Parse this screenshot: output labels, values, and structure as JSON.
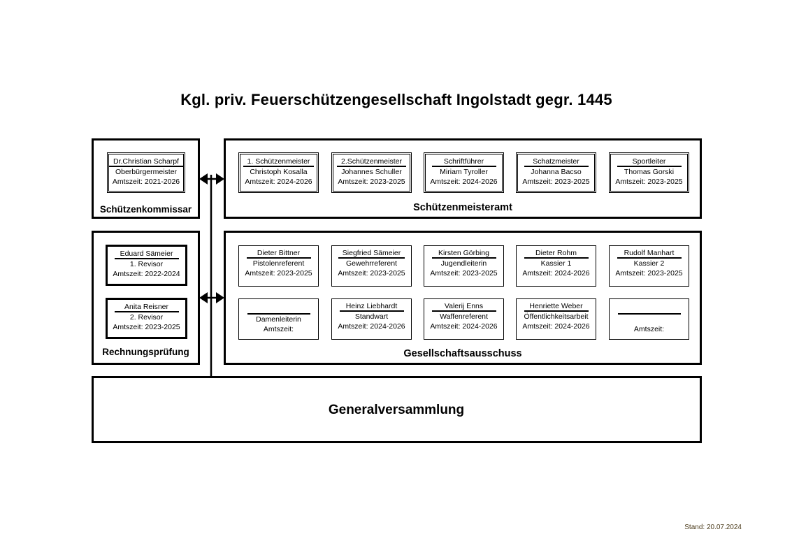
{
  "title": "Kgl. priv. Feuerschützengesellschaft Ingolstadt gegr. 1445",
  "stand": "Stand: 20.07.2024",
  "schuetzenkommissar": {
    "label": "Schützenkommissar",
    "card": {
      "name": "Dr.Christian Scharpf",
      "role": "Oberbürgermeister",
      "term": "Amtszeit: 2021-2026"
    }
  },
  "schuetzenmeisteramt": {
    "label": "Schützenmeisteramt",
    "cards": [
      {
        "name": "1. Schützenmeister",
        "role": "Christoph Kosalla",
        "term": "Amtszeit: 2024-2026"
      },
      {
        "name": "2.Schützenmeister",
        "role": "Johannes Schuller",
        "term": "Amtszeit: 2023-2025"
      },
      {
        "name": "Schriftführer",
        "role": "Miriam Tyroller",
        "term": "Amtszeit: 2024-2026"
      },
      {
        "name": "Schatzmeister",
        "role": "Johanna Bacso",
        "term": "Amtszeit: 2023-2025"
      },
      {
        "name": "Sportleiter",
        "role": "Thomas Gorski",
        "term": "Amtszeit: 2023-2025"
      }
    ]
  },
  "rechnungspruefung": {
    "label": "Rechnungsprüfung",
    "cards": [
      {
        "name": "Eduard Sämeier",
        "role": "1. Revisor",
        "term": "Amtszeit: 2022-2024"
      },
      {
        "name": "Anita Reisner",
        "role": "2. Revisor",
        "term": "Amtszeit: 2023-2025"
      }
    ]
  },
  "gesellschaftsausschuss": {
    "label": "Gesellschaftsausschuss",
    "row1": [
      {
        "name": "Dieter Bittner",
        "role": "Pistolenreferent",
        "term": "Amtszeit: 2023-2025"
      },
      {
        "name": "Siegfried Sämeier",
        "role": "Gewehrreferent",
        "term": "Amtszeit: 2023-2025"
      },
      {
        "name": "Kirsten Görbing",
        "role": "Jugendleiterin",
        "term": "Amtszeit: 2023-2025"
      },
      {
        "name": "Dieter Rohm",
        "role": "Kassier 1",
        "term": "Amtszeit: 2024-2026"
      },
      {
        "name": "Rudolf Manhart",
        "role": "Kassier 2",
        "term": "Amtszeit: 2023-2025"
      }
    ],
    "row2": [
      {
        "name": "",
        "role": "Damenleiterin",
        "term": "Amtszeit:"
      },
      {
        "name": "Heinz Liebhardt",
        "role": "Standwart",
        "term": "Amtszeit: 2024-2026"
      },
      {
        "name": "Valerij Enns",
        "role": "Waffenreferent",
        "term": "Amtszeit: 2024-2026"
      },
      {
        "name": "Henriette Weber",
        "role": "Öffentlichkeitsarbeit",
        "term": "Amtszeit: 2024-2026"
      },
      {
        "name": "",
        "role": "",
        "term": "Amtszeit:"
      }
    ]
  },
  "generalversammlung": {
    "label": "Generalversammlung"
  }
}
